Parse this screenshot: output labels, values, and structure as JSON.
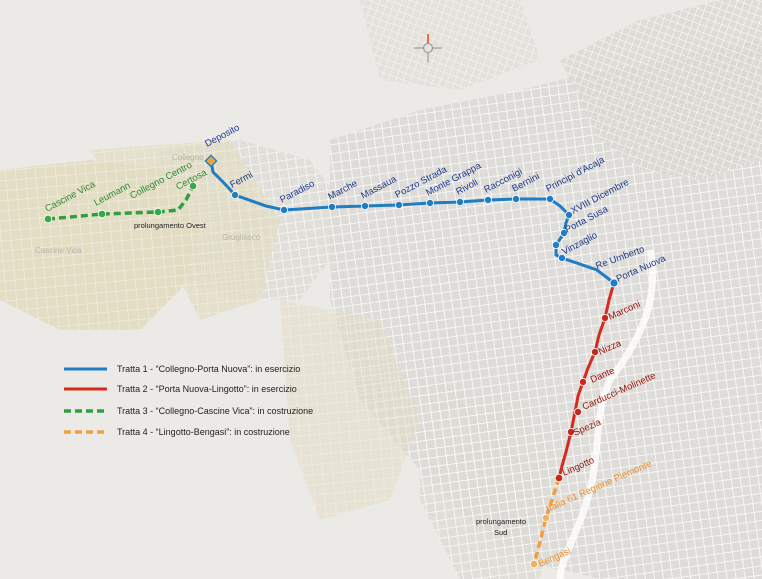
{
  "colors": {
    "line1": "#1e7dc4",
    "line2": "#d62a1f",
    "line3": "#2e9e3f",
    "line4": "#f0a040",
    "station1_fill": "#1e7dc4",
    "station2_fill": "#c8261c",
    "station3_fill": "#3aa84a",
    "station4_fill": "#f0b060"
  },
  "area_labels": {
    "collegno": "Collegno",
    "grugliasco": "Grugliasco",
    "cascine_vica": "Cascine Vica"
  },
  "stations": {
    "line1": [
      "Deposito",
      "Fermi",
      "Paradiso",
      "Marche",
      "Massaua",
      "Pozzo Strada",
      "Monte Grappa",
      "Rivoli",
      "Racconigi",
      "Bernini",
      "Principi d'Acaja",
      "XVIII Dicembre",
      "Porta Susa",
      "Vinzaglio",
      "Re Umberto",
      "Porta Nuova"
    ],
    "line2": [
      "Marconi",
      "Nizza",
      "Dante",
      "Carducci-Molinette",
      "Spezia",
      "Lingotto"
    ],
    "line3": [
      "Cascine Vica",
      "Leumann",
      "Collegno Centro",
      "Certosa"
    ],
    "line4": [
      "Italia 61 Regione Piemonte",
      "Bengasi"
    ]
  },
  "annotations": {
    "prolungamento_ovest": "prolungamento Ovest",
    "prolungamento_sud_1": "prolungamento",
    "prolungamento_sud_2": "Sud"
  },
  "legend": [
    {
      "label": "Tratta 1 - “Collegno-Porta Nuova”: in esercizio",
      "color": "#1e7dc4",
      "style": "solid"
    },
    {
      "label": "Tratta 2 - “Porta Nuova-Lingotto”: in esercizio",
      "color": "#d62a1f",
      "style": "solid"
    },
    {
      "label": "Tratta 3 - “Collegno-Cascine Vica”: in costruzione",
      "color": "#2e9e3f",
      "style": "dashed"
    },
    {
      "label": "Tratta 4 - “Lingotto-Bengasi”: in costruzione",
      "color": "#f0a040",
      "style": "dashed"
    }
  ]
}
